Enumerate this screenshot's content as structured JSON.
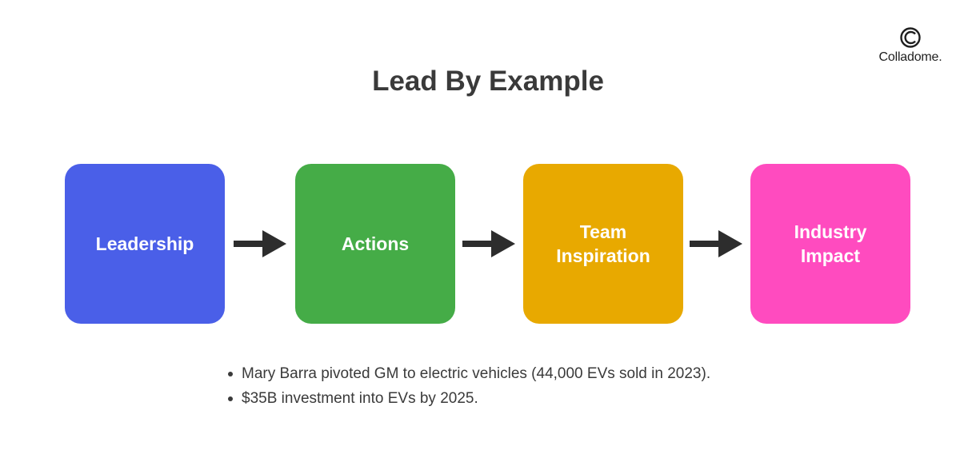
{
  "brand": {
    "logo_text": "Colladome."
  },
  "title": "Lead By Example",
  "flow": {
    "steps": [
      {
        "label": "Leadership",
        "color": "#4a5fe8"
      },
      {
        "label": "Actions",
        "color": "#45ac47"
      },
      {
        "label": "Team\nInspiration",
        "color": "#e8a900"
      },
      {
        "label": "Industry\nImpact",
        "color": "#ff4bbf"
      }
    ],
    "arrow_color": "#2d2d2d"
  },
  "bullets": [
    "Mary Barra pivoted GM to electric vehicles (44,000 EVs sold in 2023).",
    "$35B investment into EVs by 2025."
  ]
}
